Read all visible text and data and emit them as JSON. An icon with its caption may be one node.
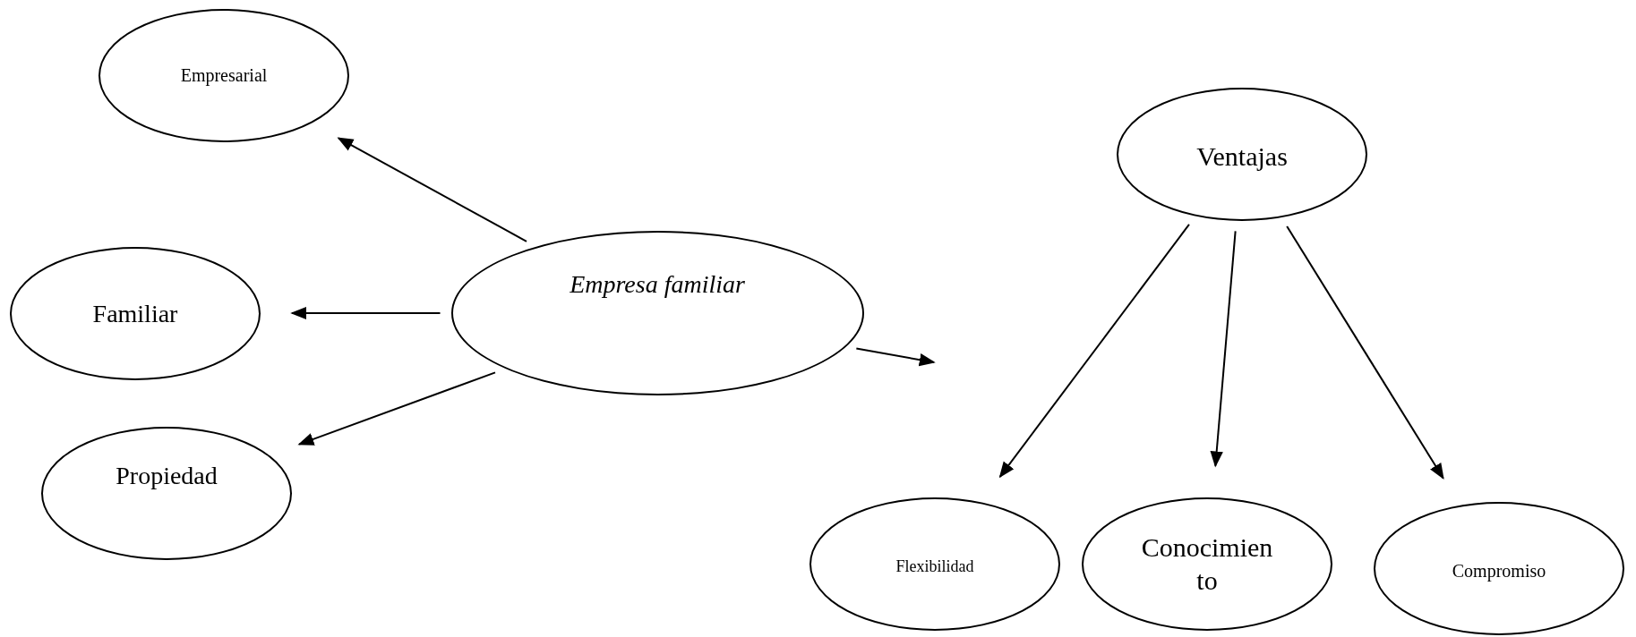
{
  "diagram": {
    "nodes": [
      {
        "text": [
          "Empresarial"
        ]
      },
      {
        "text": [
          "Familiar"
        ]
      },
      {
        "text": [
          "Propiedad"
        ]
      },
      {
        "text": [
          "Empresa familiar"
        ]
      },
      {
        "text": [
          "Ventajas"
        ]
      },
      {
        "text": [
          "Flexibilidad"
        ]
      },
      {
        "text": [
          "Conocimien to"
        ]
      },
      {
        "text": [
          "Compromiso"
        ]
      }
    ],
    "edges": [
      {
        "from": 3,
        "to": 0,
        "arrow": "to"
      },
      {
        "from": 3,
        "to": 1,
        "arrow": "to"
      },
      {
        "from": 3,
        "to": 2,
        "arrow": "to"
      },
      {
        "from": 3,
        "to": null,
        "arrow": "to"
      },
      {
        "from": 4,
        "to": 5,
        "arrow": "to"
      },
      {
        "from": 4,
        "to": 6,
        "arrow": "to"
      },
      {
        "from": 4,
        "to": 7,
        "arrow": "to"
      }
    ]
  }
}
